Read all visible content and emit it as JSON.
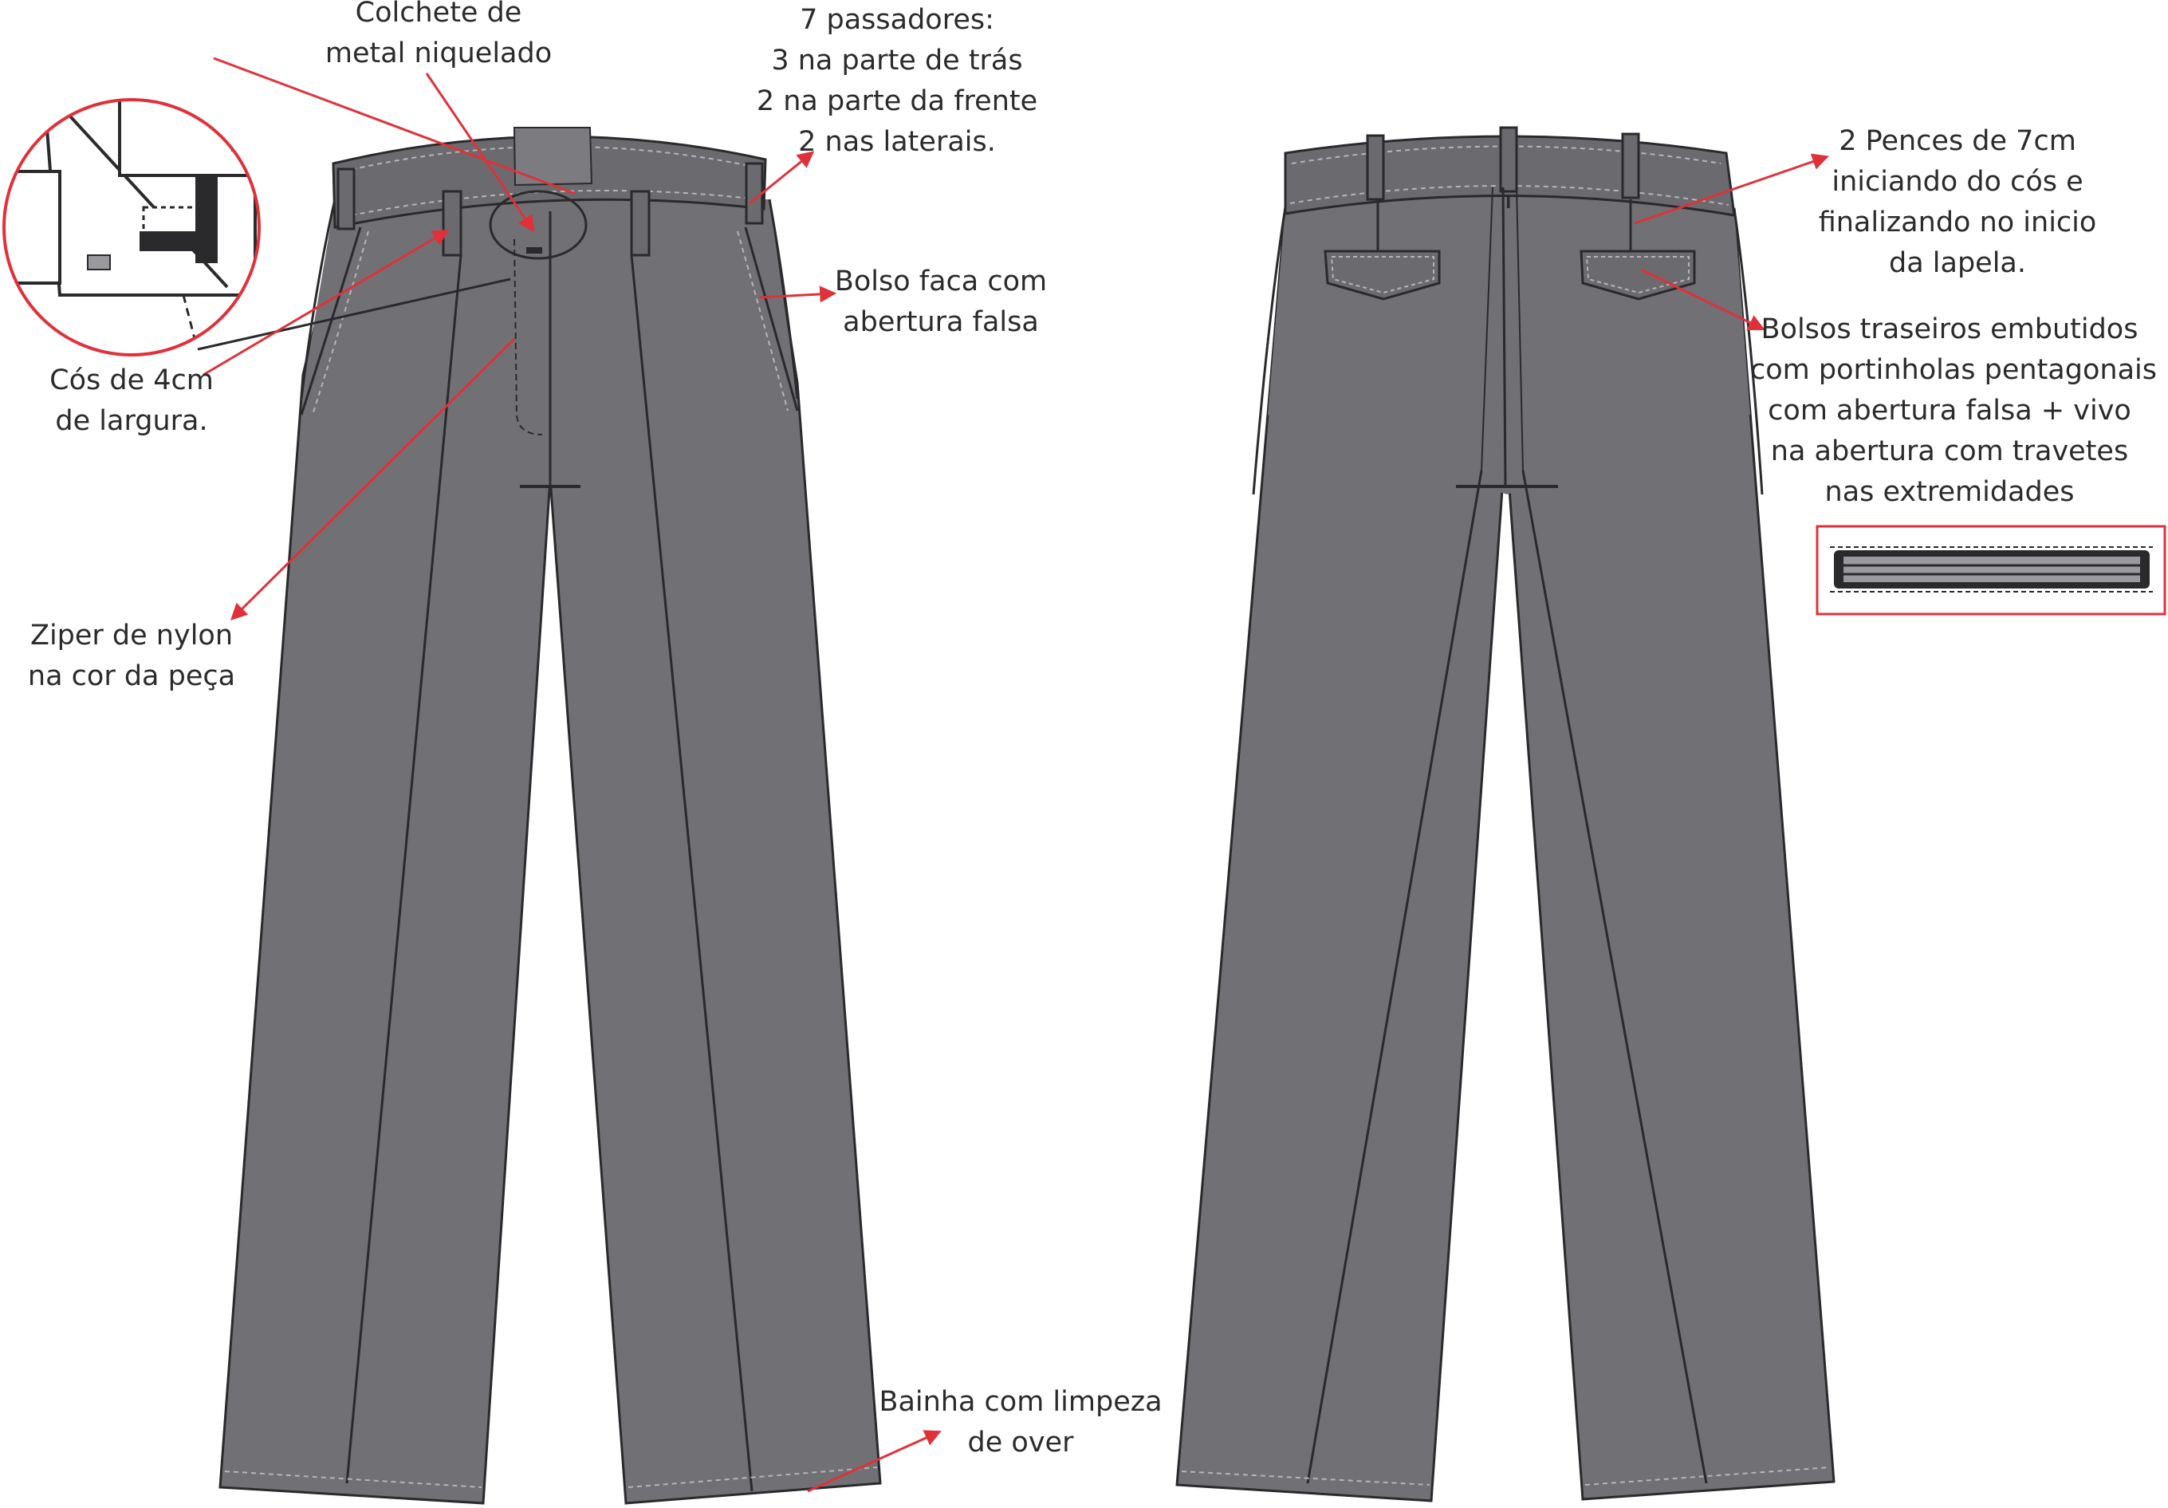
{
  "colors": {
    "fabric": "#717175",
    "outline": "#2a2a2c",
    "stitch": "#b5b5b8",
    "callout_arrow": "#e0313a",
    "text": "#2b2b2b",
    "background": "#ffffff"
  },
  "views": [
    "front-trousers",
    "back-trousers"
  ],
  "callouts": {
    "hook": [
      "Colchete de",
      "metal niquelado"
    ],
    "loops": [
      "7 passadores:",
      "3 na parte de trás",
      "2 na parte da frente",
      "2 nas laterais."
    ],
    "pocket": [
      "Bolso faca com",
      "abertura falsa"
    ],
    "waistband": [
      "Cós de 4cm",
      "de largura."
    ],
    "zipper": [
      "Ziper de nylon",
      "na cor da peça"
    ],
    "hem": [
      "Bainha com limpeza",
      "de over"
    ],
    "darts": [
      "2 Pences de 7cm",
      "iniciando do cós e",
      "finalizando no inicio",
      "da lapela."
    ],
    "back_pockets": [
      "Bolsos traseiros embutidos",
      "com portinholas pentagonais",
      "com abertura falsa + vivo",
      "na abertura com travetes",
      "nas extremidades"
    ]
  },
  "icons": {
    "detail_magnifier": "circle-zoom-icon",
    "piping_detail": "welt-detail-icon"
  }
}
